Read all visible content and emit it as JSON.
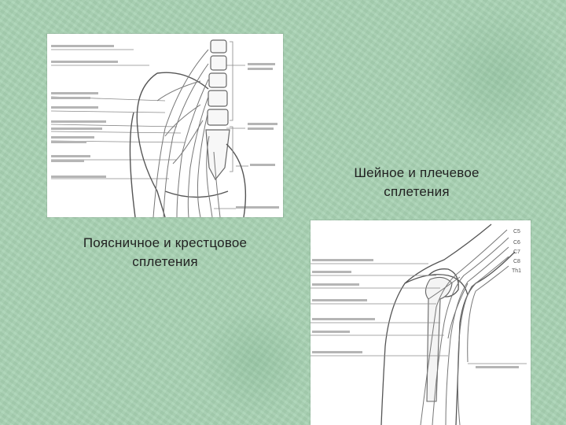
{
  "captions": {
    "cervical_brachial": {
      "line1": "Шейное и плечевое",
      "line2": "сплетения"
    },
    "lumbar_sacral": {
      "line1": "Поясничное и крестцовое",
      "line2": "сплетения"
    }
  },
  "brachial_figure": {
    "segment_labels": [
      "C5",
      "C6",
      "C7",
      "C8",
      "Th1"
    ]
  }
}
